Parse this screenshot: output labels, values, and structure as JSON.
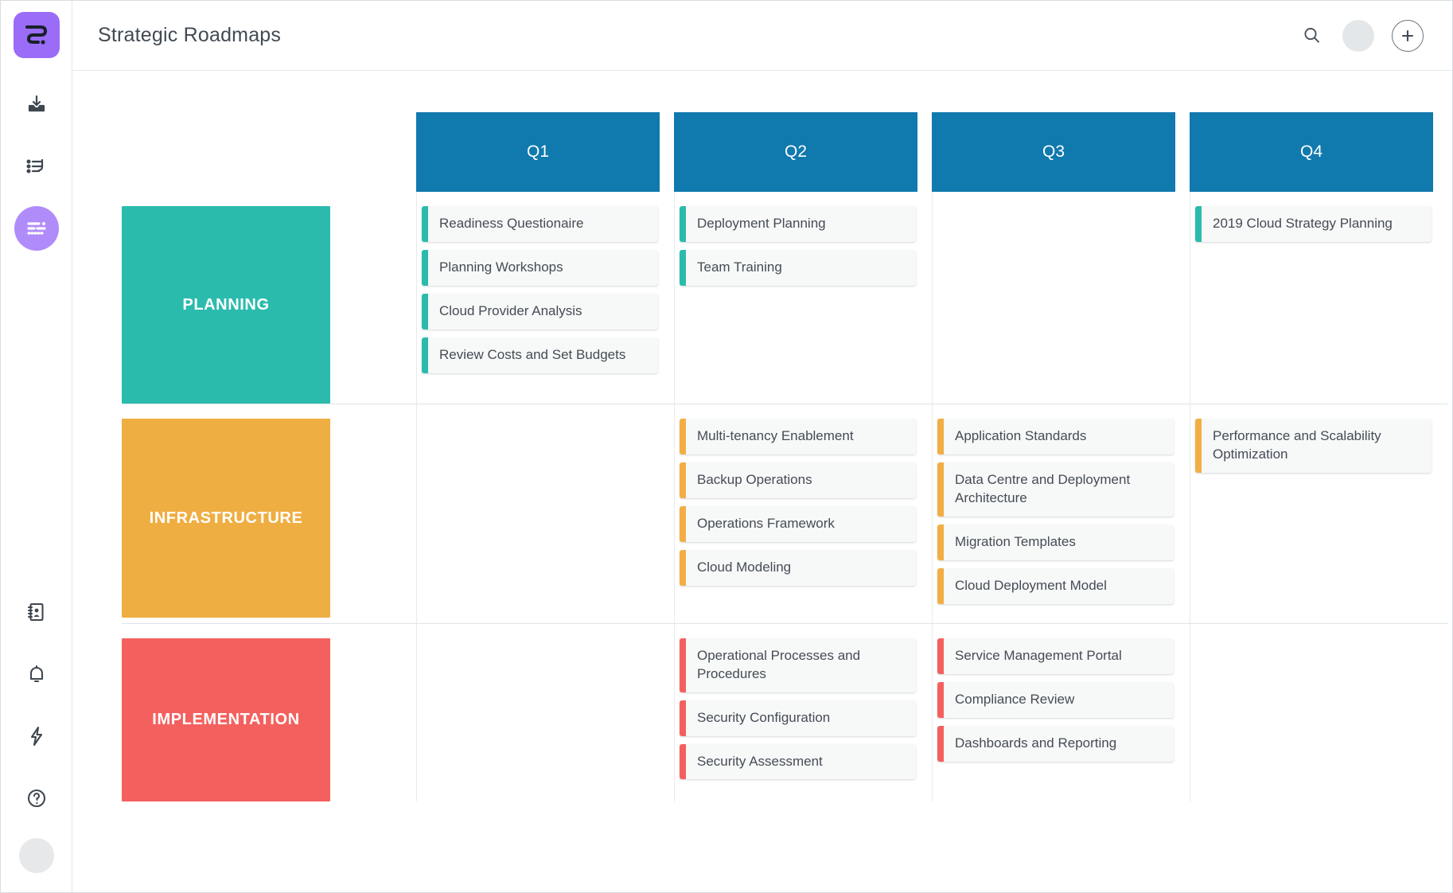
{
  "header": {
    "title": "Strategic Roadmaps",
    "search_icon": "search-icon",
    "avatar": "user-avatar",
    "add_label": "+"
  },
  "sidebar": {
    "logo": "app-logo",
    "items": [
      {
        "name": "inbox-download-icon"
      },
      {
        "name": "list-undo-icon"
      },
      {
        "name": "roadmap-icon",
        "active": true
      },
      {
        "name": "contacts-icon"
      },
      {
        "name": "bell-icon"
      },
      {
        "name": "lightning-icon"
      },
      {
        "name": "help-icon"
      }
    ],
    "bottom_avatar": "profile-avatar"
  },
  "board": {
    "columns": [
      "Q1",
      "Q2",
      "Q3",
      "Q4"
    ],
    "colors": {
      "quarter_header": "#1079ae",
      "planning": "#2bbbad",
      "infrastructure": "#efae41",
      "implementation": "#f4605e"
    },
    "rows": [
      {
        "label": "PLANNING",
        "accent": "teal",
        "cells": [
          [
            "Readiness  Questionaire",
            "Planning Workshops",
            "Cloud Provider Analysis",
            "Review Costs and Set Budgets"
          ],
          [
            "Deployment Planning",
            "Team Training"
          ],
          [],
          [
            "2019 Cloud Strategy Planning"
          ]
        ]
      },
      {
        "label": "INFRASTRUCTURE",
        "accent": "amber",
        "cells": [
          [],
          [
            "Multi-tenancy Enablement",
            "Backup Operations",
            "Operations Framework",
            "Cloud Modeling"
          ],
          [
            "Application Standards",
            "Data Centre and Deployment Architecture",
            "Migration Templates",
            "Cloud Deployment Model"
          ],
          [
            "Performance and Scalability Optimization"
          ]
        ]
      },
      {
        "label": "IMPLEMENTATION",
        "accent": "red",
        "cells": [
          [],
          [
            "Operational Processes and Procedures",
            "Security Configuration",
            "Security Assessment"
          ],
          [
            "Service Management Portal",
            "Compliance Review",
            "Dashboards and Reporting"
          ],
          []
        ]
      }
    ]
  }
}
